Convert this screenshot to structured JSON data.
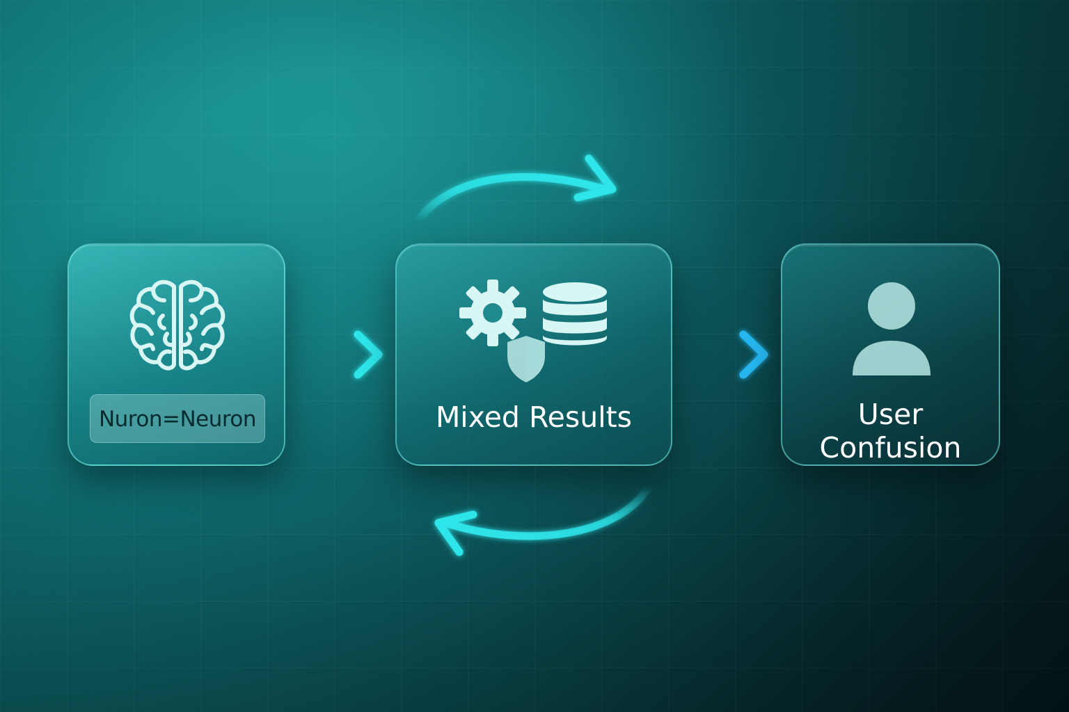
{
  "nodes": [
    {
      "id": "source",
      "icon": "brain-icon",
      "label": "Nuron=Neuron"
    },
    {
      "id": "process",
      "icons": [
        "gear-icon",
        "database-icon",
        "shield-icon"
      ],
      "label": "Mixed Results"
    },
    {
      "id": "outcome",
      "icon": "user-icon",
      "label_lines": [
        "User",
        "Confusion"
      ]
    }
  ],
  "edges": [
    {
      "from": "source",
      "to": "process",
      "style": "straight-arrow"
    },
    {
      "from": "process",
      "to": "outcome",
      "style": "straight-arrow"
    },
    {
      "from": "process",
      "to": "process",
      "style": "curved-arrow-top"
    },
    {
      "from": "process",
      "to": "process",
      "style": "curved-arrow-bottom"
    }
  ],
  "colors": {
    "background_start": "#138c8e",
    "background_end": "#051b1f",
    "arrow": "#2ee6ea",
    "icon_stroke": "#d8f6f4",
    "text": "#ffffff"
  }
}
